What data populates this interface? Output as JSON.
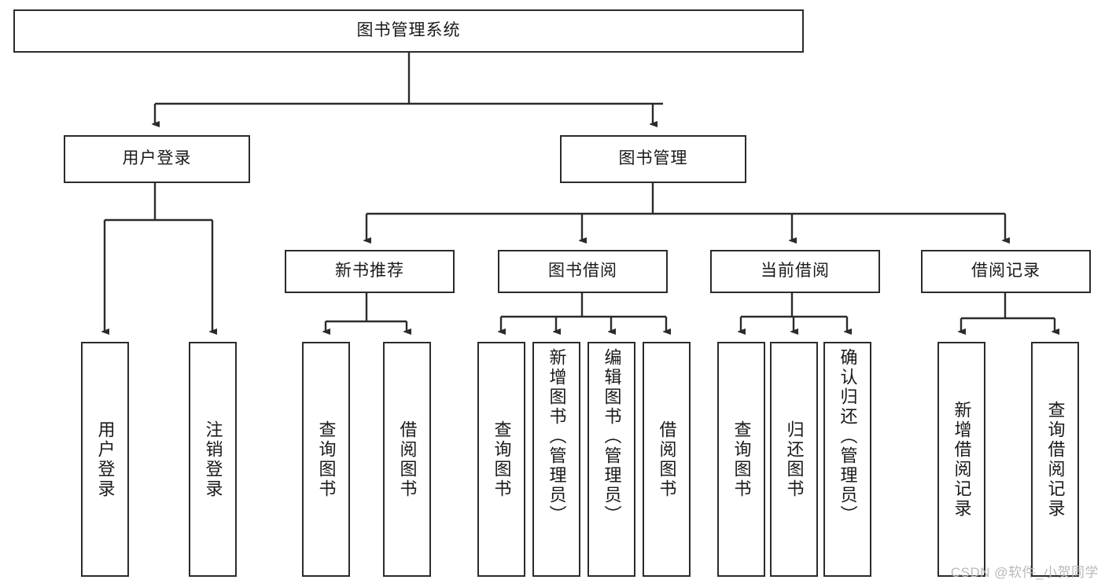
{
  "diagram": {
    "title": "图书管理系统",
    "type": "tree-hierarchy",
    "watermark": "CSDN @软件_小贺同学",
    "root": {
      "id": "root",
      "label": "图书管理系统"
    },
    "level2": [
      {
        "id": "user-login",
        "label": "用户登录"
      },
      {
        "id": "book-management",
        "label": "图书管理"
      }
    ],
    "level3": [
      {
        "id": "new-book-recommend",
        "label": "新书推荐",
        "parent": "book-management"
      },
      {
        "id": "book-borrow",
        "label": "图书借阅",
        "parent": "book-management"
      },
      {
        "id": "current-borrow",
        "label": "当前借阅",
        "parent": "book-management"
      },
      {
        "id": "borrow-record",
        "label": "借阅记录",
        "parent": "book-management"
      }
    ],
    "leaves": [
      {
        "id": "leaf-user-login",
        "label": "用户登录",
        "parent": "user-login"
      },
      {
        "id": "leaf-user-logout",
        "label": "注销登录",
        "parent": "user-login"
      },
      {
        "id": "leaf-query-book-1",
        "label": "查询图书",
        "parent": "new-book-recommend"
      },
      {
        "id": "leaf-borrow-book-1",
        "label": "借阅图书",
        "parent": "new-book-recommend"
      },
      {
        "id": "leaf-query-book-2",
        "label": "查询图书",
        "parent": "book-borrow"
      },
      {
        "id": "leaf-add-book",
        "label": "新增图书（管理员）",
        "parent": "book-borrow"
      },
      {
        "id": "leaf-edit-book",
        "label": "编辑图书（管理员）",
        "parent": "book-borrow"
      },
      {
        "id": "leaf-borrow-book-2",
        "label": "借阅图书",
        "parent": "book-borrow"
      },
      {
        "id": "leaf-query-book-3",
        "label": "查询图书",
        "parent": "current-borrow"
      },
      {
        "id": "leaf-return-book",
        "label": "归还图书",
        "parent": "current-borrow"
      },
      {
        "id": "leaf-confirm-return",
        "label": "确认归还（管理员）",
        "parent": "current-borrow"
      },
      {
        "id": "leaf-add-record",
        "label": "新增借阅记录",
        "parent": "borrow-record"
      },
      {
        "id": "leaf-query-record",
        "label": "查询借阅记录",
        "parent": "borrow-record"
      }
    ],
    "colors": {
      "stroke": "#2b2b2b",
      "fill": "#ffffff",
      "text": "#1a1a1a",
      "watermark": "#b9b9b9"
    }
  }
}
